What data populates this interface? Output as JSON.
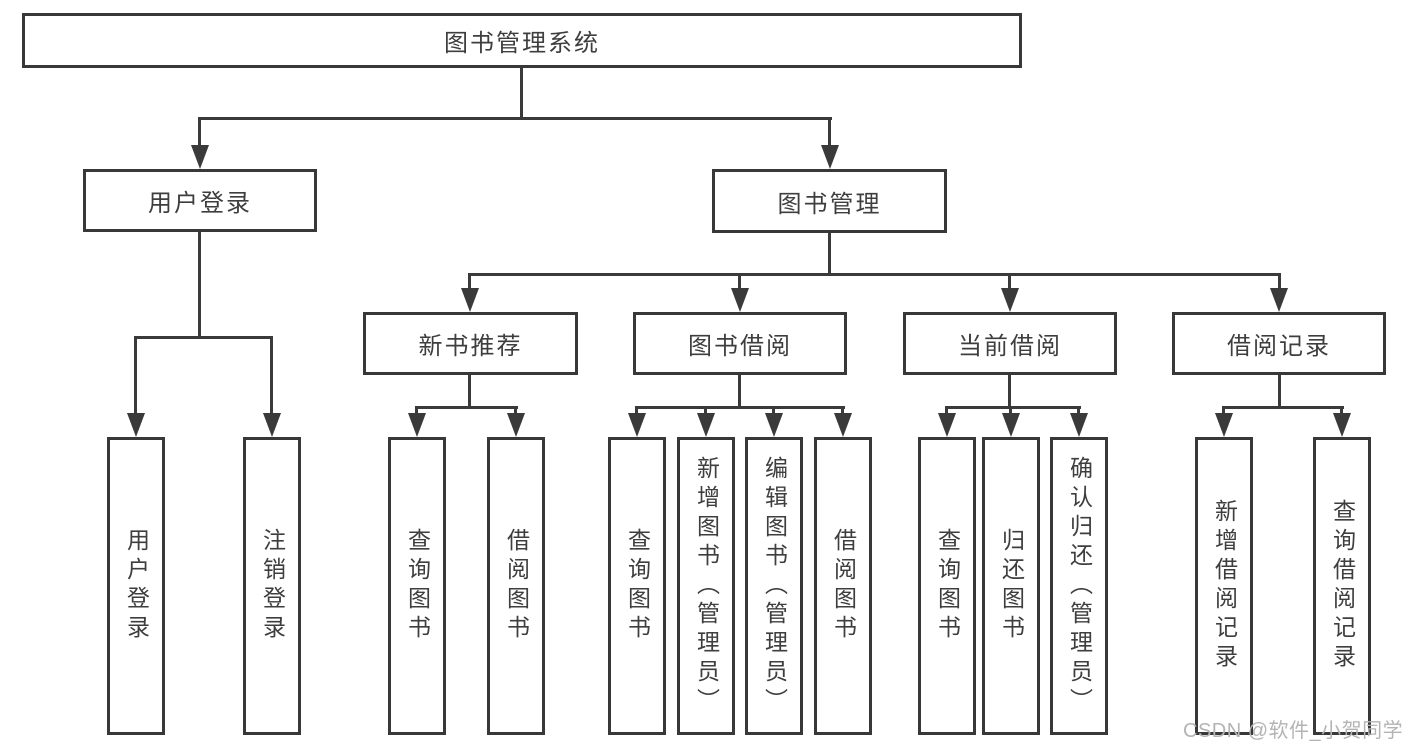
{
  "watermark": "CSDN @软件_小贺同学",
  "colors": {
    "line": "#3a3a3a",
    "border": "#383838",
    "text": "#3e3e3e",
    "watermark": "#b4b4b4",
    "background": "#ffffff"
  },
  "tree": {
    "label": "图书管理系统",
    "children": [
      {
        "label": "用户登录",
        "children": [
          {
            "label": "用户登录"
          },
          {
            "label": "注销登录"
          }
        ]
      },
      {
        "label": "图书管理",
        "children": [
          {
            "label": "新书推荐",
            "children": [
              {
                "label": "查询图书"
              },
              {
                "label": "借阅图书"
              }
            ]
          },
          {
            "label": "图书借阅",
            "children": [
              {
                "label": "查询图书"
              },
              {
                "label": "新增图书（管理员）"
              },
              {
                "label": "编辑图书（管理员）"
              },
              {
                "label": "借阅图书"
              }
            ]
          },
          {
            "label": "当前借阅",
            "children": [
              {
                "label": "查询图书"
              },
              {
                "label": "归还图书"
              },
              {
                "label": "确认归还（管理员）"
              }
            ]
          },
          {
            "label": "借阅记录",
            "children": [
              {
                "label": "新增借阅记录"
              },
              {
                "label": "查询借阅记录"
              }
            ]
          }
        ]
      }
    ]
  }
}
